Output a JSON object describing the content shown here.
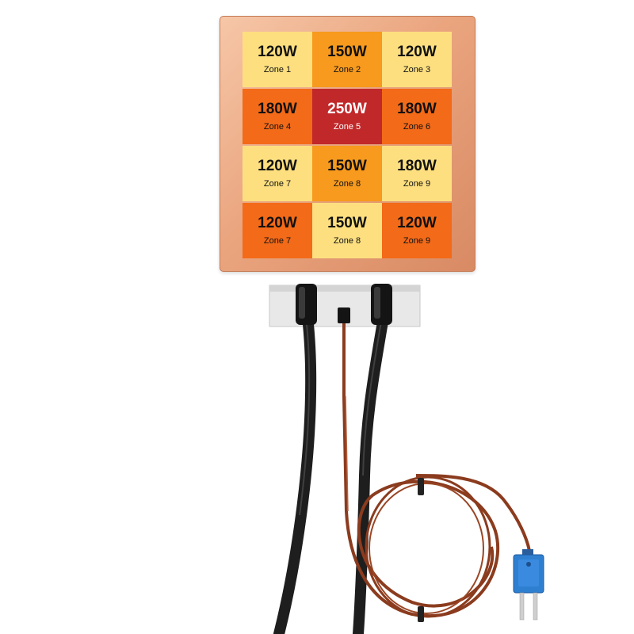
{
  "heater": {
    "zones": [
      {
        "watts": "120W",
        "label": "Zone 1",
        "color": "#fddf7f",
        "text_color": "#111111"
      },
      {
        "watts": "150W",
        "label": "Zone 2",
        "color": "#f79a1d",
        "text_color": "#111111"
      },
      {
        "watts": "120W",
        "label": "Zone 3",
        "color": "#fddf7f",
        "text_color": "#111111"
      },
      {
        "watts": "180W",
        "label": "Zone 4",
        "color": "#f36a18",
        "text_color": "#111111"
      },
      {
        "watts": "250W",
        "label": "Zone 5",
        "color": "#c1282a",
        "text_color": "#ffffff"
      },
      {
        "watts": "180W",
        "label": "Zone 6",
        "color": "#f36a18",
        "text_color": "#111111"
      },
      {
        "watts": "120W",
        "label": "Zone 7",
        "color": "#fddf7f",
        "text_color": "#111111"
      },
      {
        "watts": "150W",
        "label": "Zone 8",
        "color": "#f79a1d",
        "text_color": "#111111"
      },
      {
        "watts": "180W",
        "label": "Zone 9",
        "color": "#fddf7f",
        "text_color": "#111111"
      },
      {
        "watts": "120W",
        "label": "Zone 7",
        "color": "#f36a18",
        "text_color": "#111111"
      },
      {
        "watts": "150W",
        "label": "Zone 8",
        "color": "#fddf7f",
        "text_color": "#111111"
      },
      {
        "watts": "120W",
        "label": "Zone 9",
        "color": "#f36a18",
        "text_color": "#111111"
      }
    ]
  },
  "colors": {
    "copper": "#e9a47e",
    "cable": "#1e1e1e",
    "thermocouple_wire": "#8b3b1e",
    "connector": "#2f7fd0"
  }
}
